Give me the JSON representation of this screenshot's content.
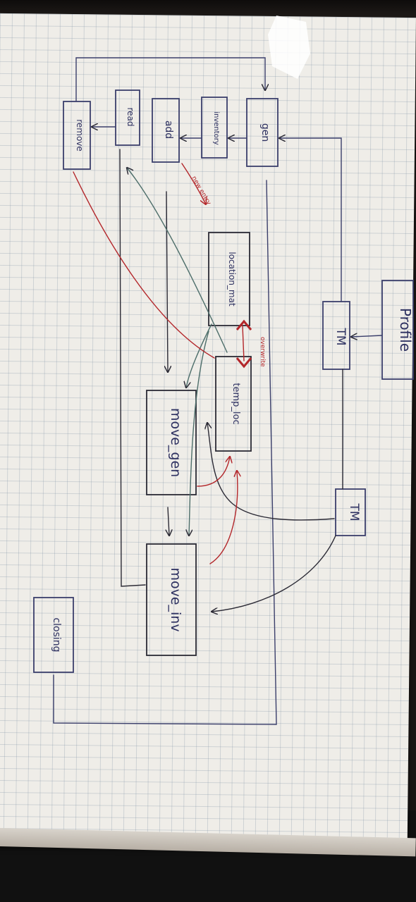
{
  "diagram": {
    "nodes": {
      "profile": "Profile",
      "tm_top": "TM",
      "tm_bottom": "TM",
      "gen": "gen",
      "inventory": "inventory",
      "add": "add",
      "read": "read",
      "remove": "remove",
      "location_mat": "location_mat",
      "temp_loc": "temp_loc",
      "move_gen": "move_gen",
      "move_inv": "move_inv",
      "closing": "closing"
    },
    "annotations": {
      "new_entry": "new entry",
      "overwrite": "overwrite"
    },
    "colors": {
      "paper": "#efede8",
      "grid": "#a9b5c4",
      "ink_blue": "#3b3f6b",
      "ink_teal": "#4d6e6a",
      "ink_red": "#b3262a"
    }
  }
}
